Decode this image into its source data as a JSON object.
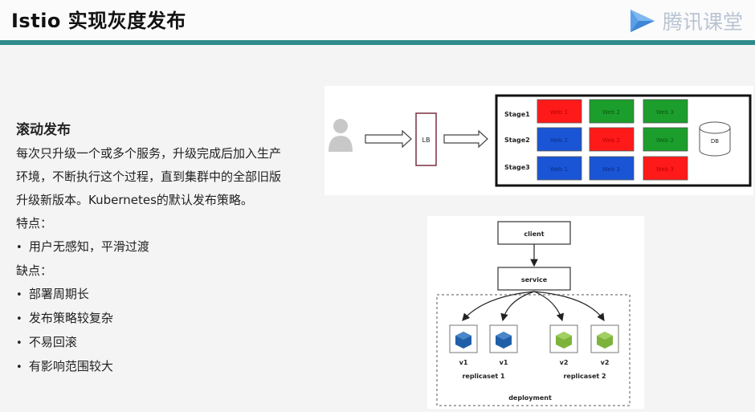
{
  "title": "Istio 实现灰度发布",
  "logo": {
    "text": "腾讯课堂",
    "icon": "play-icon"
  },
  "content": {
    "heading": "滚动发布",
    "paragraph_lines": [
      "每次只升级一个或多个服务，升级完成后加入生产",
      "环境，不断执行这个过程，直到集群中的全部旧版",
      "升级新版本。Kubernetes的默认发布策略。"
    ],
    "pros_label": "特点：",
    "pros": [
      "用户无感知，平滑过渡"
    ],
    "cons_label": "缺点：",
    "cons": [
      "部署周期长",
      "发布策略较复杂",
      "不易回滚",
      "有影响范围较大"
    ]
  },
  "diagram1": {
    "user_icon": "user-icon",
    "lb_label": "LB",
    "db_label": "DB",
    "stages": [
      {
        "label": "Stage1",
        "boxes": [
          {
            "label": "Web 1",
            "color": "#ff1a1a"
          },
          {
            "label": "Web 2",
            "color": "#1c9e2c"
          },
          {
            "label": "Web 3",
            "color": "#1c9e2c"
          }
        ]
      },
      {
        "label": "Stage2",
        "boxes": [
          {
            "label": "Web 2",
            "color": "#1a55d6"
          },
          {
            "label": "Web 2",
            "color": "#ff1a1a"
          },
          {
            "label": "Web 2",
            "color": "#1c9e2c"
          }
        ]
      },
      {
        "label": "Stage3",
        "boxes": [
          {
            "label": "Web 1",
            "color": "#1a55d6"
          },
          {
            "label": "Web 3",
            "color": "#1a55d6"
          },
          {
            "label": "Web 3",
            "color": "#ff1a1a"
          }
        ]
      }
    ]
  },
  "diagram2": {
    "client_label": "client",
    "service_label": "service",
    "pods": [
      {
        "label": "v1",
        "color": "#1f5fa8",
        "icon": "cube-icon"
      },
      {
        "label": "v1",
        "color": "#1f5fa8",
        "icon": "cube-icon"
      },
      {
        "label": "v2",
        "color": "#7db33a",
        "icon": "cube-icon"
      },
      {
        "label": "v2",
        "color": "#7db33a",
        "icon": "cube-icon"
      }
    ],
    "replicaset1_label": "replicaset 1",
    "replicaset2_label": "replicaset 2",
    "deployment_label": "deployment"
  }
}
